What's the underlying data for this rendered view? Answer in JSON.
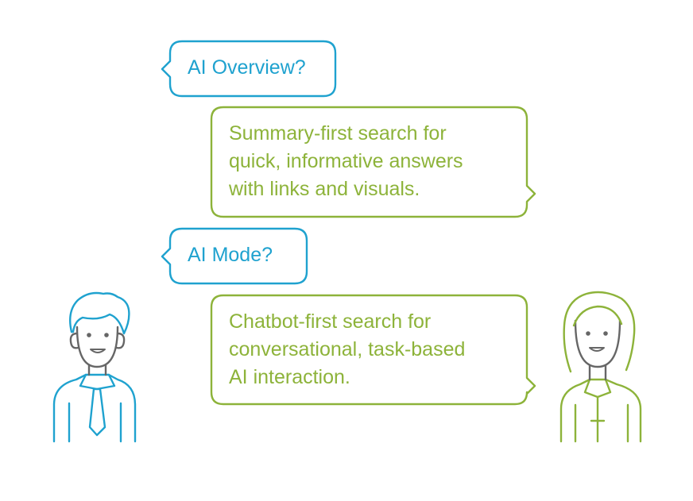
{
  "colors": {
    "question": "#1fa2cf",
    "answer": "#8db33a",
    "face": "#666666"
  },
  "conversation": [
    {
      "role": "question",
      "speaker": "man",
      "text": "AI Overview?"
    },
    {
      "role": "answer",
      "speaker": "woman",
      "text": "Summary-first search for\nquick, informative answers\nwith links and visuals."
    },
    {
      "role": "question",
      "speaker": "man",
      "text": "AI Mode?"
    },
    {
      "role": "answer",
      "speaker": "woman",
      "text": "Chatbot-first search for\nconversational, task-based\nAI interaction."
    }
  ],
  "characters": {
    "left": {
      "icon": "man-with-tie-icon"
    },
    "right": {
      "icon": "woman-icon"
    }
  }
}
